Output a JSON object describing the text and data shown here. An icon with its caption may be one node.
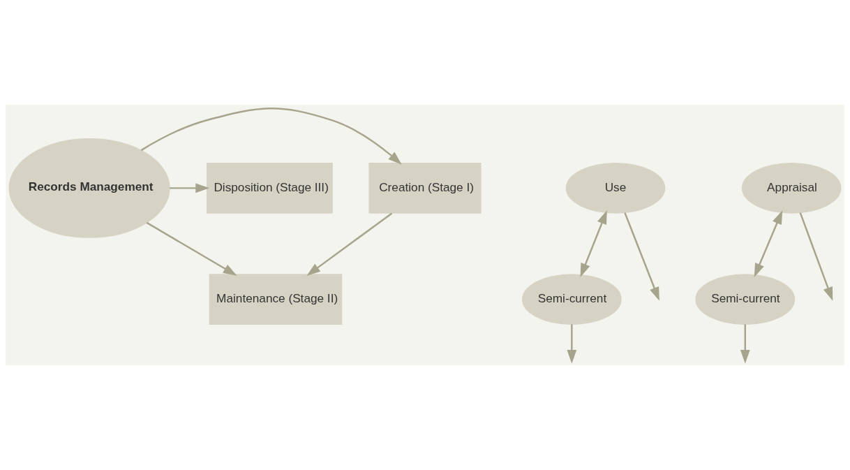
{
  "diagram": {
    "nodes": [
      {
        "text": [
          "Creation (Stage I)"
        ]
      },
      {
        "text": [
          "Disposition (Stage III)"
        ]
      },
      {
        "text": [
          "Records Management"
        ]
      },
      {
        "text": [
          "Use"
        ]
      },
      {
        "text": [
          "Appraisal"
        ]
      },
      {
        "text": [
          "Semi-current"
        ]
      },
      {
        "text": [
          "Semi-current"
        ]
      },
      {
        "text": [
          "Maintenance (Stage II)"
        ]
      }
    ],
    "edges": [
      {
        "from": 2,
        "to": 0,
        "arrow": "to"
      },
      {
        "from": 2,
        "to": 1,
        "arrow": "to"
      },
      {
        "from": 2,
        "to": 7,
        "arrow": "to"
      },
      {
        "from": 0,
        "to": 7,
        "arrow": "to"
      },
      {
        "from": 3,
        "to": null,
        "arrow": "to"
      },
      {
        "from": 3,
        "to": 5,
        "arrow": "both"
      },
      {
        "from": 5,
        "to": null,
        "arrow": "to"
      },
      {
        "from": 4,
        "to": null,
        "arrow": "to"
      },
      {
        "from": 4,
        "to": 6,
        "arrow": "both"
      },
      {
        "from": 6,
        "to": null,
        "arrow": "to"
      }
    ]
  }
}
